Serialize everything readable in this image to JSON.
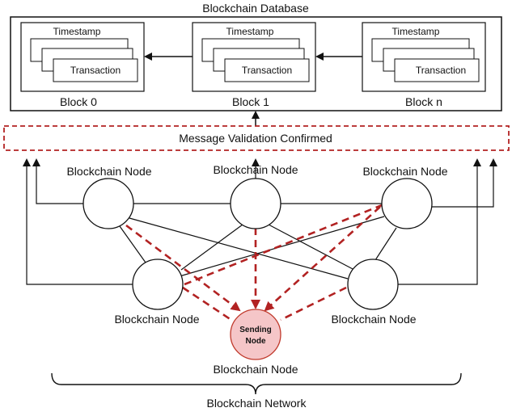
{
  "database": {
    "title": "Blockchain Database",
    "blocks": [
      {
        "label": "Block 0",
        "timestamp_label": "Timestamp",
        "transaction_label": "Transaction"
      },
      {
        "label": "Block 1",
        "timestamp_label": "Timestamp",
        "transaction_label": "Transaction"
      },
      {
        "label": "Block n",
        "timestamp_label": "Timestamp",
        "transaction_label": "Transaction"
      }
    ]
  },
  "validation": {
    "label": "Message Validation Confirmed"
  },
  "nodes": {
    "top_left": "Blockchain Node",
    "top_center": "Blockchain Node",
    "top_right": "Blockchain Node",
    "bottom_left": "Blockchain Node",
    "bottom_right": "Blockchain Node",
    "sending": "Blockchain Node"
  },
  "sending_node": {
    "line1": "Sending",
    "line2": "Node"
  },
  "network": {
    "label": "Blockchain Network"
  },
  "colors": {
    "line": "#111111",
    "dashed": "#b22222",
    "sending_fill": "#f5c6c8",
    "sending_stroke": "#c0392b"
  }
}
